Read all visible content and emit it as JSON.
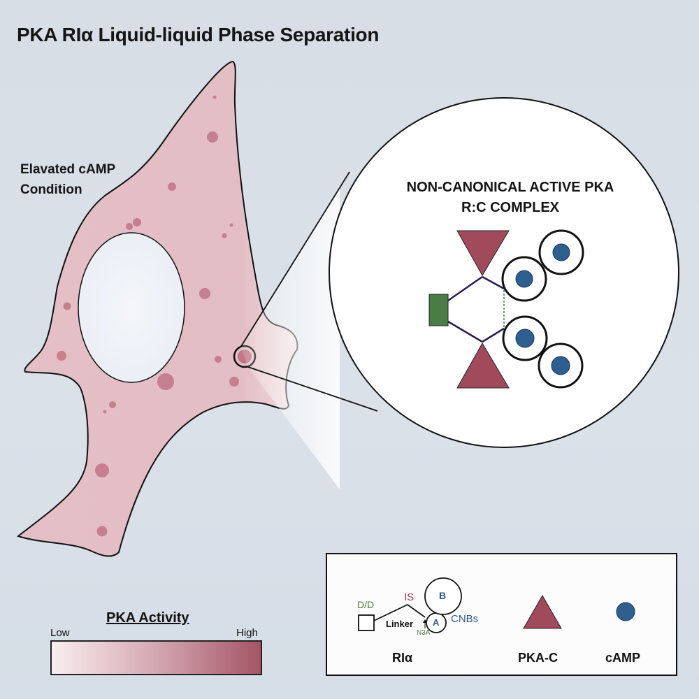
{
  "title": "PKA RIα Liquid-liquid Phase Separation",
  "condition": {
    "line1": "Elavated cAMP",
    "line2": "Condition"
  },
  "zoom_panel": {
    "title_line1": "NON-CANONICAL ACTIVE PKA",
    "title_line2": "R:C COMPLEX"
  },
  "legend": {
    "ria": {
      "label": "RIα",
      "dd": "D/D",
      "is": "IS",
      "linker": "Linker",
      "n3a": "N3A",
      "cnb_a": "A",
      "cnb_b": "B",
      "cnbs": "CNBs"
    },
    "pka_c": {
      "label": "PKA-C"
    },
    "camp": {
      "label": "cAMP"
    }
  },
  "activity_scale": {
    "title": "PKA Activity",
    "low": "Low",
    "high": "High"
  },
  "colors": {
    "pka_c": "#a04a5c",
    "camp": "#2e5f8f",
    "dd_domain": "#4a7c45",
    "cell_fill": "#e3bec4",
    "droplet": "#c27585",
    "dd_label": "#4a7c3a",
    "is_label": "#a0394f",
    "cnb_label": "#2e5a85"
  }
}
